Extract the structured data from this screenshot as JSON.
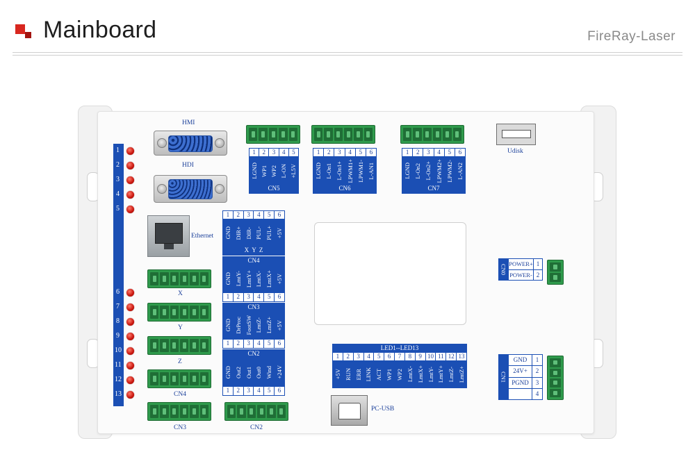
{
  "header": {
    "title": "Mainboard",
    "brand": "FireRay-Laser",
    "accent_colors": [
      "#d8271f",
      "#a31410"
    ]
  },
  "board": {
    "colors": {
      "label_blue": "#1b4fb4",
      "terminal_green": "#2f9a4c",
      "led_red": "#c8140c"
    },
    "hmi_label": "HMI",
    "hdi_label": "HDI",
    "ethernet_label": "Ethernet",
    "udisk_label": "Udisk",
    "pcusb_label": "PC-USB",
    "led_numbers_top": [
      "1",
      "2",
      "3",
      "4",
      "5"
    ],
    "led_numbers_bottom": [
      "6",
      "7",
      "8",
      "9",
      "10",
      "11",
      "12",
      "13"
    ],
    "left_terminal_labels": [
      "X",
      "Y",
      "Z",
      "CN4",
      "CN3"
    ],
    "bottom_terminal_label": "CN2",
    "cn5": {
      "name": "CN5",
      "pins": [
        "1",
        "2",
        "3",
        "4",
        "5"
      ],
      "signals": [
        "LGND",
        "WP1",
        "WP2",
        "L-ON",
        "+L5V"
      ]
    },
    "cn6": {
      "name": "CN6",
      "pins": [
        "1",
        "2",
        "3",
        "4",
        "5",
        "6"
      ],
      "signals": [
        "LGND",
        "L-On1",
        "L-On1+",
        "LPWM1+",
        "LPWM1-",
        "L-AN1"
      ]
    },
    "cn7": {
      "name": "CN7",
      "pins": [
        "1",
        "2",
        "3",
        "4",
        "5",
        "6"
      ],
      "signals": [
        "LGND",
        "L-On2",
        "L-On2+",
        "LPWM2+",
        "LPWM2-",
        "L-AN2"
      ]
    },
    "xyz": {
      "pins": [
        "1",
        "2",
        "3",
        "4",
        "5",
        "6"
      ],
      "signals": [
        "GND",
        "DIR+",
        "DIR-",
        "PUL-",
        "PUL+",
        "+5V"
      ],
      "caption": "X  Y  Z"
    },
    "cn4": {
      "name": "CN4",
      "pins": [
        "1",
        "2",
        "3",
        "4",
        "5",
        "6"
      ],
      "signals": [
        "GND",
        "LmtY-",
        "LmtY+",
        "LmtX-",
        "LmtX+",
        "+5V"
      ]
    },
    "cn3": {
      "name": "CN3",
      "pins": [
        "1",
        "2",
        "3",
        "4",
        "5",
        "6"
      ],
      "signals": [
        "GND",
        "DrProc",
        "FootSW",
        "LmtZ-",
        "LmtZ+",
        "+5V"
      ]
    },
    "cn2": {
      "name": "CN2",
      "pins": [
        "1",
        "2",
        "3",
        "4",
        "5",
        "6"
      ],
      "signals": [
        "GND",
        "Out2",
        "Out1",
        "Out0",
        "Wind",
        "+24V"
      ]
    },
    "led_table": {
      "caption": "LED1--LED13",
      "pins": [
        "1",
        "2",
        "3",
        "4",
        "5",
        "6",
        "7",
        "8",
        "9",
        "10",
        "11",
        "12",
        "13"
      ],
      "signals": [
        "+5V",
        "RUN",
        "ERR",
        "LINK",
        "ACT",
        "WP1",
        "WP2",
        "LmtX-",
        "LmtX+",
        "LmtY-",
        "LmtY+",
        "LmtZ-",
        "LmtZ+"
      ]
    },
    "cn0": {
      "name": "CN0",
      "rows": [
        {
          "signal": "POWER+",
          "pin": "1"
        },
        {
          "signal": "POWER-",
          "pin": "2"
        }
      ]
    },
    "cn1": {
      "name": "CN1",
      "rows": [
        {
          "signal": "GND",
          "pin": "1"
        },
        {
          "signal": "24V+",
          "pin": "2"
        },
        {
          "signal": "PGND",
          "pin": "3"
        },
        {
          "signal": "",
          "pin": "4"
        }
      ]
    }
  }
}
